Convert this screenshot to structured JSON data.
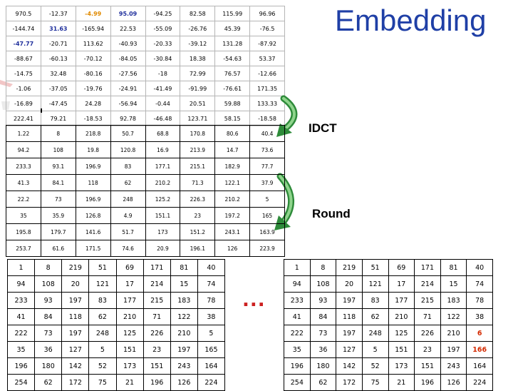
{
  "title": "Embedding",
  "labels": {
    "idct": "IDCT",
    "round": "Round",
    "ellipsis": "..."
  },
  "colors": {
    "title": "#1f3fa6",
    "highlight_orange": "#e08a00",
    "highlight_blue": "#1f2f9c",
    "highlight_red": "#d42a00",
    "arrow_green": "#2e8b3a"
  },
  "icons": {
    "arrow_idct": "curved-arrow-down-icon",
    "arrow_round": "curved-arrow-down-icon"
  },
  "dct_coefficients": [
    [
      "970.5",
      "-12.37",
      "-4.99",
      "95.09",
      "-94.25",
      "82.58",
      "115.99",
      "96.96"
    ],
    [
      "-144.74",
      "31.63",
      "-165.94",
      "22.53",
      "-55.09",
      "-26.76",
      "45.39",
      "-76.5"
    ],
    [
      "-47.77",
      "-20.71",
      "113.62",
      "-40.93",
      "-20.33",
      "-39.12",
      "131.28",
      "-87.92"
    ],
    [
      "-88.67",
      "-60.13",
      "-70.12",
      "-84.05",
      "-30.84",
      "18.38",
      "-54.63",
      "53.37"
    ],
    [
      "-14.75",
      "32.48",
      "-80.16",
      "-27.56",
      "-18",
      "72.99",
      "76.57",
      "-12.66"
    ],
    [
      "-1.06",
      "-37.05",
      "-19.76",
      "-24.91",
      "-41.49",
      "-91.99",
      "-76.61",
      "171.35"
    ],
    [
      "-16.89",
      "-47.45",
      "24.28",
      "-56.94",
      "-0.44",
      "20.51",
      "59.88",
      "133.33"
    ],
    [
      "222.41",
      "79.21",
      "-18.53",
      "92.78",
      "-46.48",
      "123.71",
      "58.15",
      "-18.58"
    ]
  ],
  "dct_highlights": [
    {
      "row": 0,
      "col": 2,
      "style": "orange"
    },
    {
      "row": 0,
      "col": 3,
      "style": "blue"
    },
    {
      "row": 1,
      "col": 1,
      "style": "blue"
    },
    {
      "row": 2,
      "col": 0,
      "style": "blue"
    }
  ],
  "idct_values": [
    [
      "1.22",
      "8",
      "218.8",
      "50.7",
      "68.8",
      "170.8",
      "80.6",
      "40.4"
    ],
    [
      "94.2",
      "108",
      "19.8",
      "120.8",
      "16.9",
      "213.9",
      "14.7",
      "73.6"
    ],
    [
      "233.3",
      "93.1",
      "196.9",
      "83",
      "177.1",
      "215.1",
      "182.9",
      "77.7"
    ],
    [
      "41.3",
      "84.1",
      "118",
      "62",
      "210.2",
      "71.3",
      "122.1",
      "37.9"
    ],
    [
      "22.2",
      "73",
      "196.9",
      "248",
      "125.2",
      "226.3",
      "210.2",
      "5"
    ],
    [
      "35",
      "35.9",
      "126.8",
      "4.9",
      "151.1",
      "23",
      "197.2",
      "165"
    ],
    [
      "195.8",
      "179.7",
      "141.6",
      "51.7",
      "173",
      "151.2",
      "243.1",
      "163.9"
    ],
    [
      "253.7",
      "61.6",
      "171.5",
      "74.6",
      "20.9",
      "196.1",
      "126",
      "223.9"
    ]
  ],
  "rounded_left": [
    [
      "1",
      "8",
      "219",
      "51",
      "69",
      "171",
      "81",
      "40"
    ],
    [
      "94",
      "108",
      "20",
      "121",
      "17",
      "214",
      "15",
      "74"
    ],
    [
      "233",
      "93",
      "197",
      "83",
      "177",
      "215",
      "183",
      "78"
    ],
    [
      "41",
      "84",
      "118",
      "62",
      "210",
      "71",
      "122",
      "38"
    ],
    [
      "222",
      "73",
      "197",
      "248",
      "125",
      "226",
      "210",
      "5"
    ],
    [
      "35",
      "36",
      "127",
      "5",
      "151",
      "23",
      "197",
      "165"
    ],
    [
      "196",
      "180",
      "142",
      "52",
      "173",
      "151",
      "243",
      "164"
    ],
    [
      "254",
      "62",
      "172",
      "75",
      "21",
      "196",
      "126",
      "224"
    ]
  ],
  "rounded_right": [
    [
      "1",
      "8",
      "219",
      "51",
      "69",
      "171",
      "81",
      "40"
    ],
    [
      "94",
      "108",
      "20",
      "121",
      "17",
      "214",
      "15",
      "74"
    ],
    [
      "233",
      "93",
      "197",
      "83",
      "177",
      "215",
      "183",
      "78"
    ],
    [
      "41",
      "84",
      "118",
      "62",
      "210",
      "71",
      "122",
      "38"
    ],
    [
      "222",
      "73",
      "197",
      "248",
      "125",
      "226",
      "210",
      "6"
    ],
    [
      "35",
      "36",
      "127",
      "5",
      "151",
      "23",
      "197",
      "166"
    ],
    [
      "196",
      "180",
      "142",
      "52",
      "173",
      "151",
      "243",
      "164"
    ],
    [
      "254",
      "62",
      "172",
      "75",
      "21",
      "196",
      "126",
      "224"
    ]
  ],
  "right_highlights": [
    {
      "row": 4,
      "col": 7,
      "style": "red"
    },
    {
      "row": 5,
      "col": 7,
      "style": "red"
    }
  ]
}
